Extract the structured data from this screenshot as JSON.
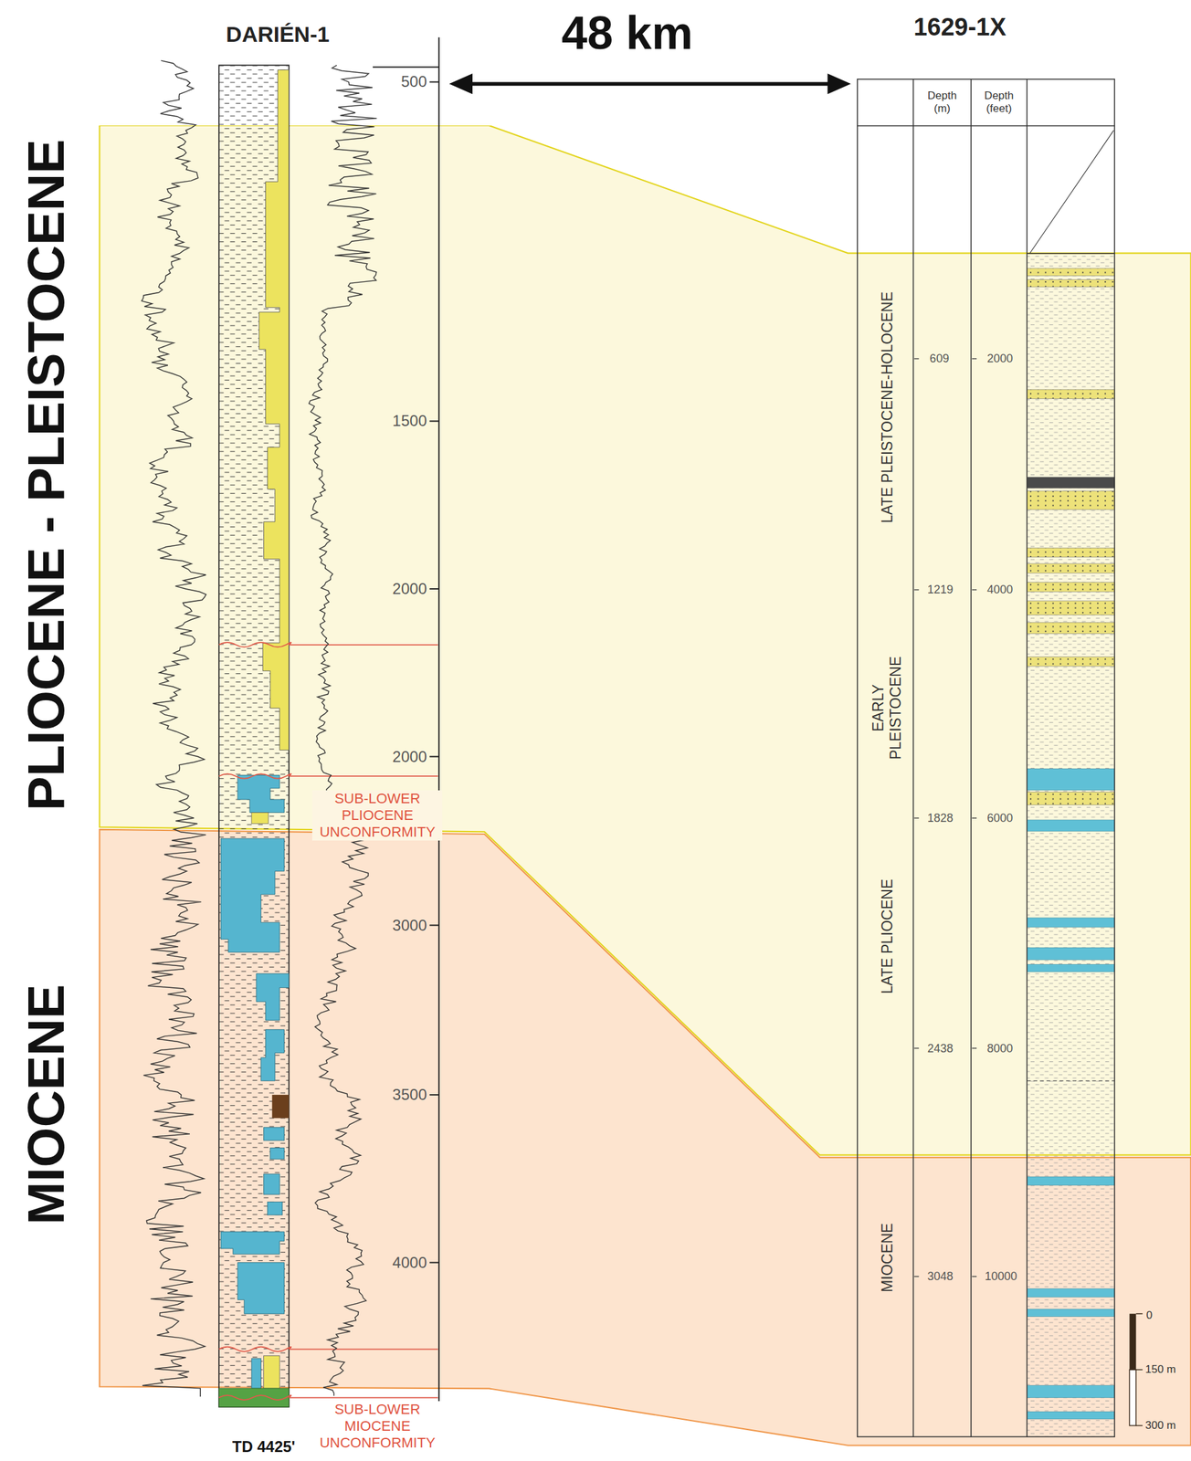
{
  "diagram": {
    "nodes": [
      {
        "text": [
          "PLIOCENE - PLEISTOCENE"
        ]
      },
      {
        "text": [
          "MIOCENE"
        ]
      }
    ],
    "labels": [
      "DARIÉN-1",
      "500",
      "1500",
      "2000",
      "2000",
      "3000",
      "3500",
      "4000",
      "SUB-LOWER PLIOCENE UNCONFORMITY",
      "SUB-LOWER MIOCENE UNCONFORMITY",
      "TD 4425'",
      "48 km",
      "1629-1X",
      "Depth (m)",
      "Depth (feet)",
      "LATE PLEISTOCENE-HOLOCENE",
      "EARLY PLEISTOCENE",
      "LATE PLIOCENE",
      "MIOCENE",
      "609",
      "2000",
      "1219",
      "4000",
      "1828",
      "6000",
      "2438",
      "8000",
      "3048",
      "10000",
      "0",
      "150 m",
      "300 m"
    ]
  }
}
